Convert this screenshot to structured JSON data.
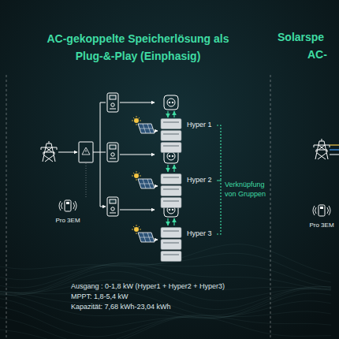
{
  "diagram": {
    "title": "AC-gekoppelte Speicherlösung als Plug-&-Play (Einphasig)",
    "nodes": [
      {
        "text": [
          "Pro 3EM"
        ]
      },
      {
        "text": [
          "Hyper 1"
        ]
      },
      {
        "text": [
          "Hyper 2"
        ]
      },
      {
        "text": [
          "Hyper 3"
        ]
      },
      {
        "text": [
          "Pro 3EM"
        ]
      }
    ],
    "edges": [
      {
        "from": 1,
        "to": 2,
        "arrow": "none"
      },
      {
        "from": 2,
        "to": 3,
        "arrow": "none"
      }
    ],
    "labels": [
      "Verknüpfung von Gruppen",
      "Ausgang : 0-1,8 kW (Hyper1 + Hyper2 + Hyper3)",
      "MPPT: 1,8-5,4 kW",
      "Kapazität: 7,68 kWh-23,04 kWh",
      "Solarspe",
      "AC-"
    ]
  }
}
